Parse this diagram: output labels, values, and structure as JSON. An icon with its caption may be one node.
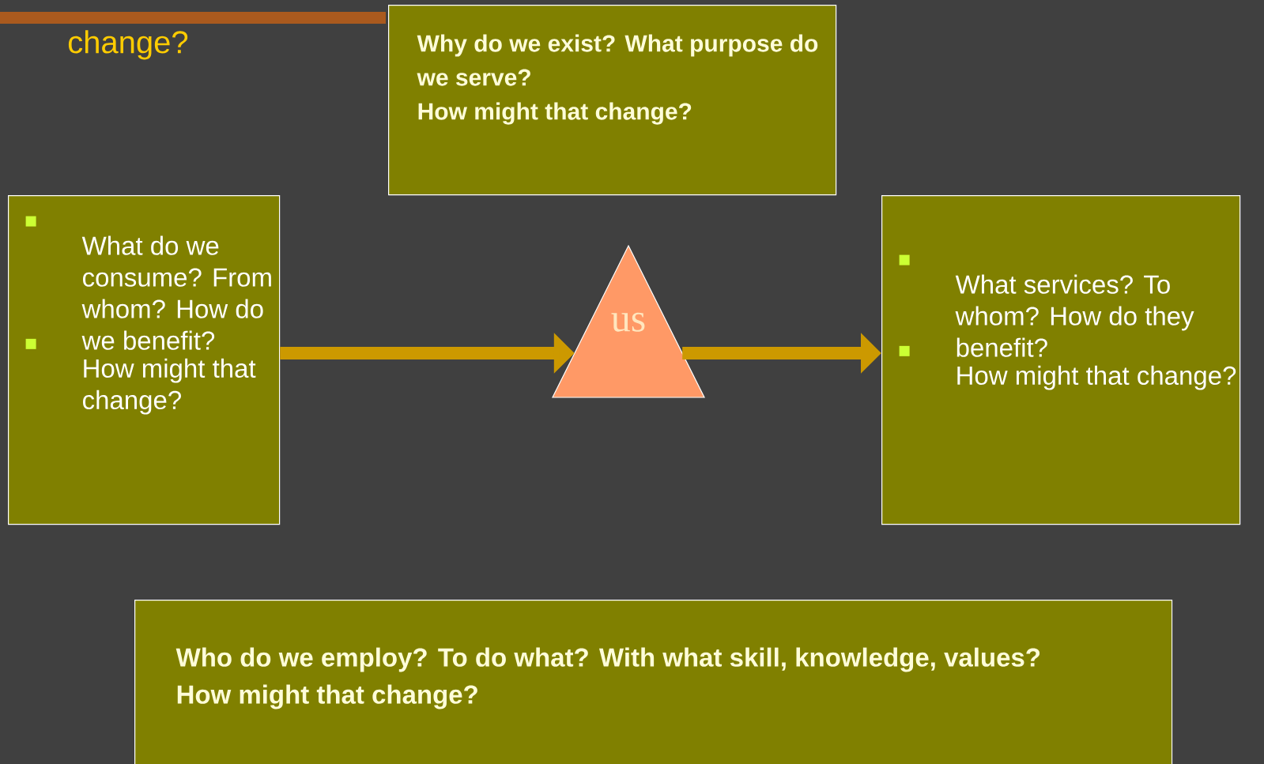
{
  "diagram": {
    "title": "change?",
    "nodes": [
      {
        "text": [
          "Why do we exist? What purpose do we serve?",
          "How might that change?"
        ]
      },
      {
        "text": [
          "What do we consume? From whom? How do we benefit?",
          "How might that change?"
        ]
      },
      {
        "text": [
          "us"
        ]
      },
      {
        "text": [
          "What services? To whom? How do they benefit?",
          "How might that change?"
        ]
      },
      {
        "text": [
          "Who do we employ? To do what? With what skill, knowledge, values?",
          "How might that change?"
        ]
      }
    ],
    "edges": [
      {
        "from": 1,
        "to": 2,
        "arrow": "to"
      },
      {
        "from": 2,
        "to": 3,
        "arrow": "to"
      }
    ]
  }
}
